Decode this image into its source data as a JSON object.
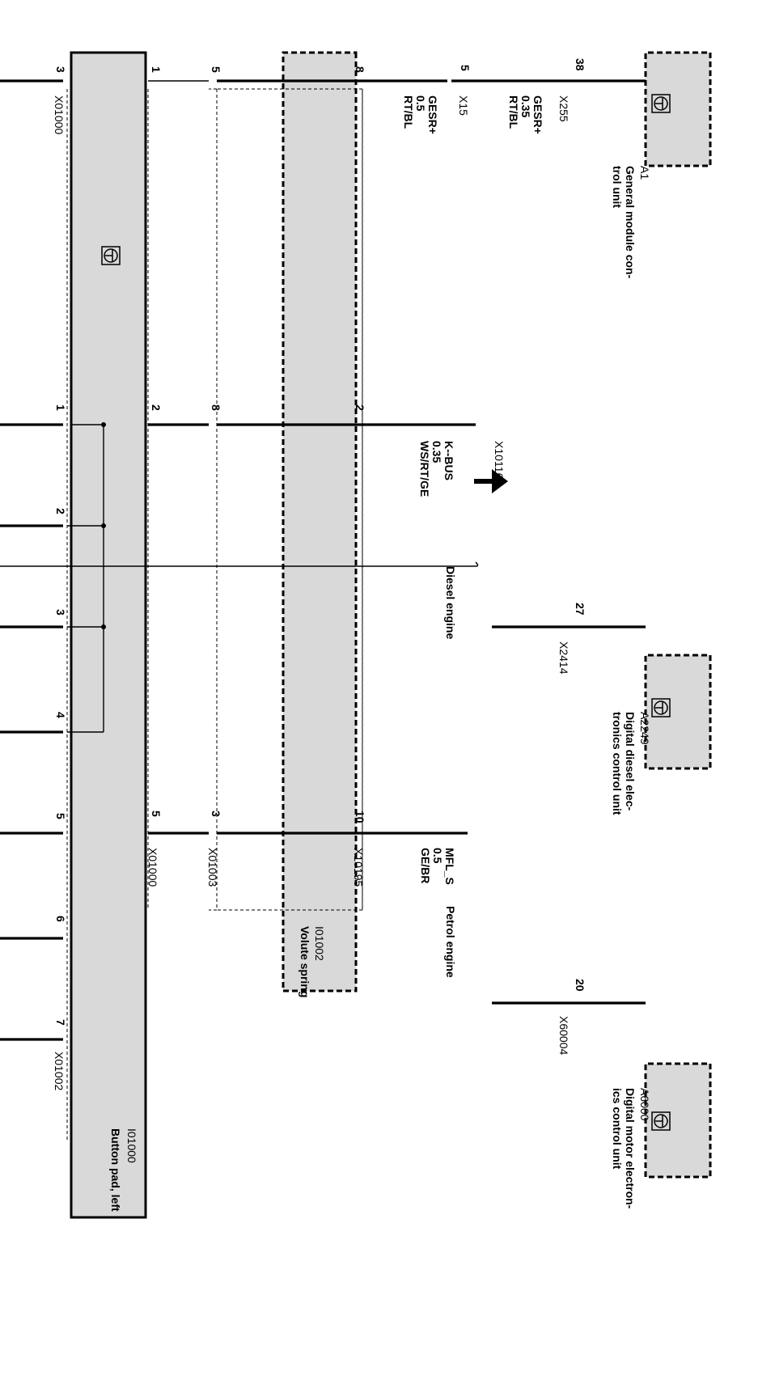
{
  "components": {
    "a1": {
      "id": "A1",
      "name": "General module con-\ntrol unit",
      "connector": "X255",
      "pin": "38",
      "signal": "GESR+",
      "gauge": "0.35",
      "color": "RT/BL"
    },
    "a2249": {
      "id": "A2249",
      "name": "Digital diesel elec-\ntronics control unit",
      "connector": "X2414",
      "pin": "27"
    },
    "a6000": {
      "id": "A6000",
      "name": "Digital motor electron-\nics control unit",
      "connector": "X60004",
      "pin": "20"
    },
    "i01002": {
      "id": "I01002",
      "name": "Volute spring"
    },
    "i01000": {
      "id": "I01000",
      "name": "Button pad, left"
    }
  },
  "notes": {
    "diesel": "Diesel engine",
    "petrol": "Petrol engine"
  },
  "wires": {
    "gesr_x15": {
      "connector": "X15",
      "pin": "5",
      "signal": "GESR+",
      "gauge": "0.5",
      "color": "RT/BL"
    },
    "kbus": {
      "signal": "K--BUS",
      "gauge": "0.35",
      "color": "WS/RT/GE",
      "ref": "X10116"
    },
    "mfl": {
      "signal": "MFL_S",
      "gauge": "0.5",
      "color": "GE/BR"
    }
  },
  "connectors": {
    "x10195": {
      "name": "X10195",
      "pins": [
        "8",
        "2",
        "10"
      ]
    },
    "x01003": {
      "name": "X01003",
      "pins": [
        "5",
        "8",
        "3"
      ]
    },
    "x01000_top": {
      "name": "X01000",
      "pins": [
        "1",
        "2",
        "5"
      ]
    },
    "x01000_left": {
      "name": "X01000",
      "pin": "3"
    },
    "x01002": {
      "name": "X01002",
      "pins": [
        "1",
        "2",
        "3",
        "4",
        "5",
        "6",
        "7"
      ]
    }
  }
}
